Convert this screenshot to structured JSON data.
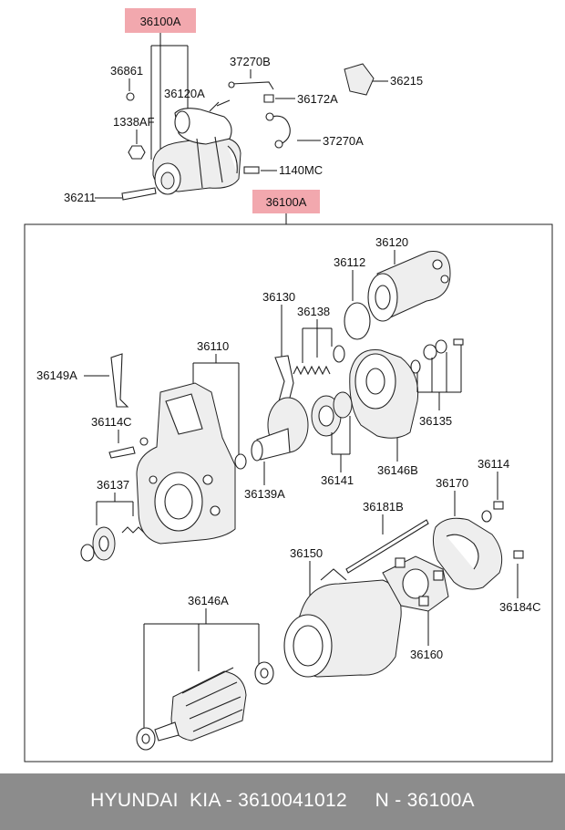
{
  "labels": {
    "top_assembly": "36100A",
    "l36861": "36861",
    "l36120A": "36120A",
    "l37270B": "37270B",
    "l36215": "36215",
    "l36172A": "36172A",
    "l1338AF": "1338AF",
    "l37270A": "37270A",
    "l1140MC": "1140MC",
    "l36211": "36211",
    "exploded_assembly": "36100A",
    "l36120": "36120",
    "l36112": "36112",
    "l36130": "36130",
    "l36138": "36138",
    "l36110": "36110",
    "l36149A": "36149A",
    "l36114C": "36114C",
    "l36135": "36135",
    "l36139A": "36139A",
    "l36141": "36141",
    "l36146B": "36146B",
    "l36137": "36137",
    "l36114": "36114",
    "l36170": "36170",
    "l36181B": "36181B",
    "l36150": "36150",
    "l36184C": "36184C",
    "l36146A": "36146A",
    "l36160": "36160"
  },
  "footer": {
    "text": "HYUNDAI  KIA - 3610041012     N - 36100A"
  },
  "colors": {
    "highlight": "#f2a8ae",
    "footer_bg": "#8c8c8c"
  }
}
